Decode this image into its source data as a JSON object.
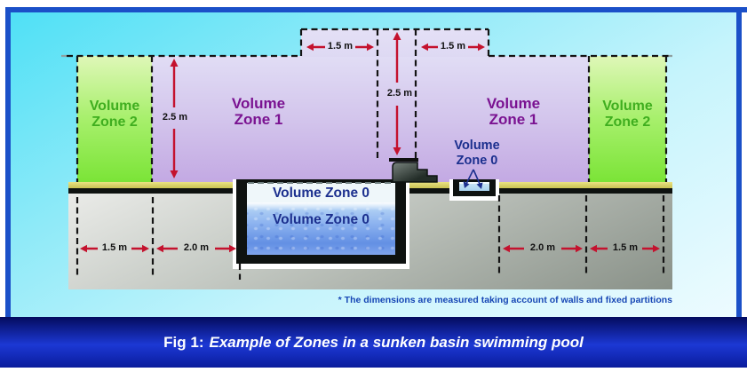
{
  "colors": {
    "frame_blue": "#1B50C8",
    "sky_top": "#4FE0F6",
    "sky_bottom": "#EDFBFF",
    "zone1_fill_top": "#E1DDF5",
    "zone1_fill_bottom": "#C3A9E3",
    "zone2_fill_top": "#DFF7B8",
    "zone2_fill_bottom": "#7BE437",
    "zone1_text": "#7A1291",
    "zone2_text": "#3FAE1F",
    "zone0_text": "#1B2F8E",
    "arrow_red": "#C4122E",
    "deck_yellow": "#D6CE62",
    "ground_gray": "#9AA29A",
    "water_blue": "#6E9FE8",
    "caption_bar_blue": "#1C38D4",
    "footnote_blue": "#1747B5"
  },
  "zones": {
    "zone2_left": {
      "line1": "Volume",
      "line2": "Zone 2"
    },
    "zone1_left": {
      "line1": "Volume",
      "line2": "Zone 1"
    },
    "zone1_right": {
      "line1": "Volume",
      "line2": "Zone 1"
    },
    "zone2_right": {
      "line1": "Volume",
      "line2": "Zone 2"
    },
    "zone0_pool_air": "Volume Zone 0",
    "zone0_pool_water": "Volume Zone 0",
    "zone0_footbath": {
      "line1": "Volume",
      "line2": "Zone 0"
    }
  },
  "dimensions": {
    "top_left_width": "1.5 m",
    "top_right_width": "1.5 m",
    "center_height": "2.5 m",
    "left_height": "2.5 m",
    "bottom_left_outer": "1.5 m",
    "bottom_left_inner": "2.0 m",
    "bottom_right_inner": "2.0 m",
    "bottom_right_outer": "1.5 m"
  },
  "footnote": "* The dimensions are measured taking account of walls and fixed partitions",
  "caption": {
    "fig_label": "Fig 1:",
    "text": "Example of Zones in a sunken basin swimming pool"
  }
}
